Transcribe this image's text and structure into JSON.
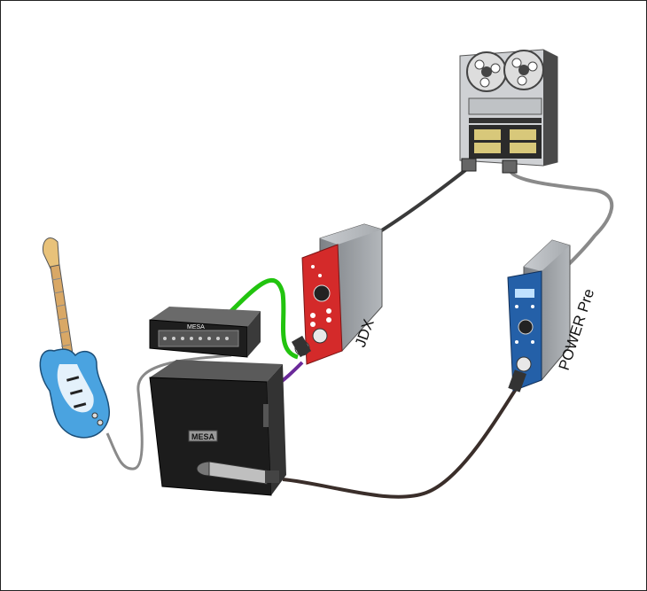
{
  "labels": {
    "jdx": "JDX",
    "power_pre": "POWER Pre",
    "cab_brand": "MESA",
    "head_brand": "MESA"
  },
  "colors": {
    "cable_dark": "#3a3a3a",
    "cable_gray": "#8a8a8a",
    "cable_green": "#22c40f",
    "cable_purple": "#6b2a9a",
    "jdx_red": "#d42a2a",
    "power_blue": "#2460a8",
    "guitar_blue": "#4aa3e0",
    "rack_gray": "#9a9ea3"
  },
  "icons": [
    "guitar-icon",
    "amp-head-icon",
    "speaker-cabinet-icon",
    "microphone-icon",
    "tape-machine-icon",
    "di-box-icon",
    "preamp-icon"
  ]
}
